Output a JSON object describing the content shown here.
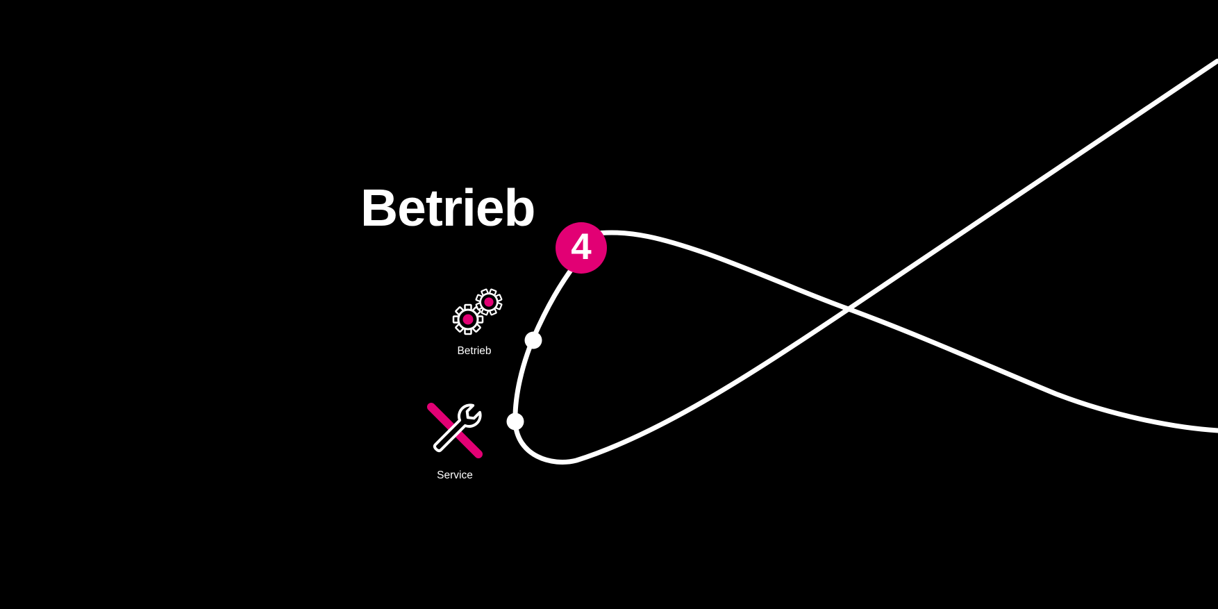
{
  "colors": {
    "background": "#000000",
    "accent": "#E20074",
    "line": "#FFFFFF",
    "text": "#FFFFFF"
  },
  "slide": {
    "title": "Betrieb",
    "step": {
      "number": "4"
    },
    "lifecycle_icons": [
      {
        "icon": "gears-icon",
        "label": "Betrieb"
      },
      {
        "icon": "tools-icon",
        "label": "Service"
      }
    ]
  }
}
